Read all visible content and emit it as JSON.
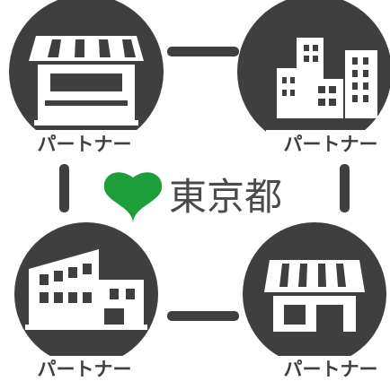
{
  "colors": {
    "dark": "#3f3f3f",
    "white": "#ffffff",
    "tokyo_green": "#1e9e3b",
    "text_gray": "#4a4a4a"
  },
  "partner_label": "パートナー",
  "center": {
    "logo_text": "東京都",
    "logo_icon": "tokyo-ginkgo-icon"
  },
  "partners": [
    {
      "icon": "market-stall-icon",
      "label": "パートナー"
    },
    {
      "icon": "office-buildings-icon",
      "label": "パートナー"
    },
    {
      "icon": "factory-icon",
      "label": "パートナー"
    },
    {
      "icon": "storefront-icon",
      "label": "パートナー"
    }
  ]
}
